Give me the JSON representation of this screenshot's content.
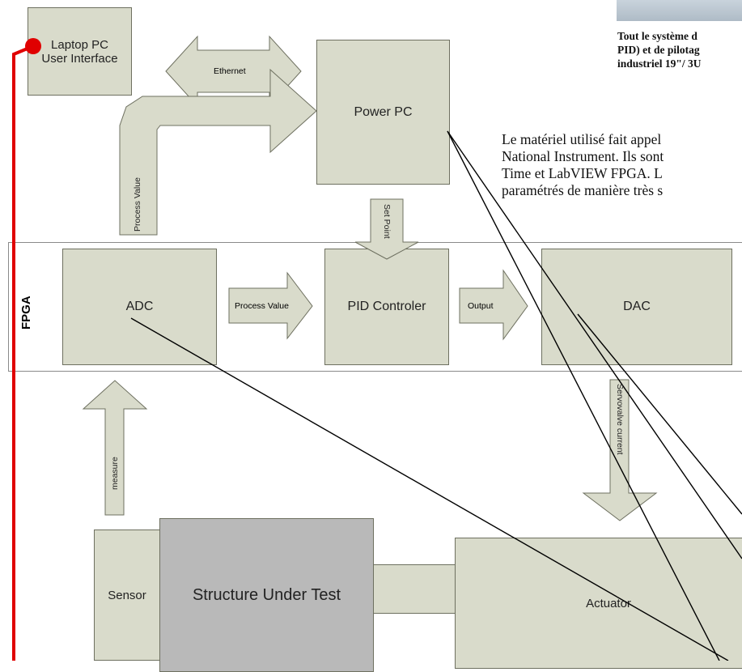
{
  "document": {
    "caption_lines": [
      "Tout le système d",
      "PID) et de pilotag",
      "industriel 19\"/ 3U"
    ],
    "paragraph_lines": [
      "Le matériel utilisé fait appel",
      "National Instrument. Ils sont",
      "Time et LabVIEW FPGA. L",
      "paramétrés de manière très s"
    ]
  },
  "diagram": {
    "nodes": {
      "laptop": [
        "Laptop PC",
        "User Interface"
      ],
      "power_pc": "Power PC",
      "fpga": "FPGA",
      "adc": "ADC",
      "pid": "PID Controler",
      "dac": "DAC",
      "sensor": "Sensor",
      "structure": "Structure Under Test",
      "actuator": "Actuator"
    },
    "arrows": {
      "ethernet": "Ethernet",
      "process_value_up": "Process Value",
      "set_point": "Set Point",
      "process_value": "Process Value",
      "output": "Output",
      "measure": "measure",
      "servovalve": "Servovalve current"
    }
  },
  "colors": {
    "box_fill": "#d9dbcb",
    "box_border": "#6e7060",
    "structure_fill": "#b9b9b9",
    "marker": "#e00000"
  }
}
